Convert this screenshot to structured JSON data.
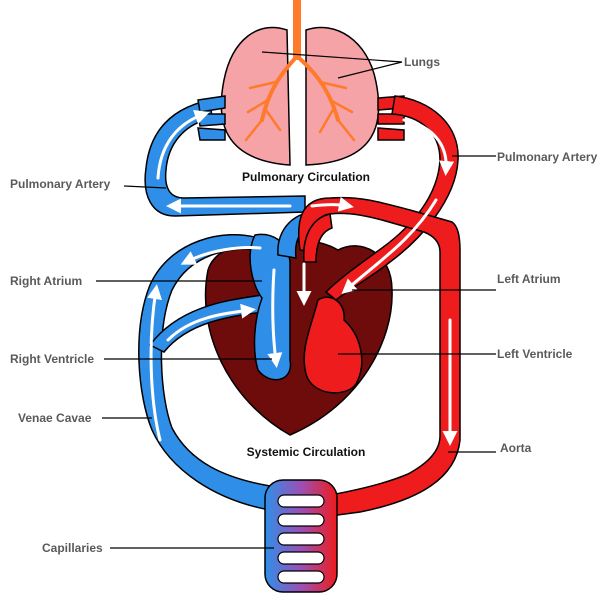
{
  "titles": {
    "pulmonary": "Pulmonary Circulation",
    "systemic": "Systemic Circulation"
  },
  "labels": {
    "lungs": "Lungs",
    "pulmonary_artery_right": "Pulmonary Artery",
    "pulmonary_artery_left": "Pulmonary Artery",
    "right_atrium": "Right Atrium",
    "left_atrium": "Left Atrium",
    "right_ventricle": "Right Ventricle",
    "left_ventricle": "Left Ventricle",
    "venae_cavae": "Venae Cavae",
    "aorta": "Aorta",
    "capillaries": "Capillaries"
  },
  "colors": {
    "oxygenated": "#ee1c1c",
    "deoxygenated": "#2f8fe8",
    "heart_muscle": "#6e0b0b",
    "lungs": "#f6a3a8",
    "airway": "#ff7a2a"
  }
}
